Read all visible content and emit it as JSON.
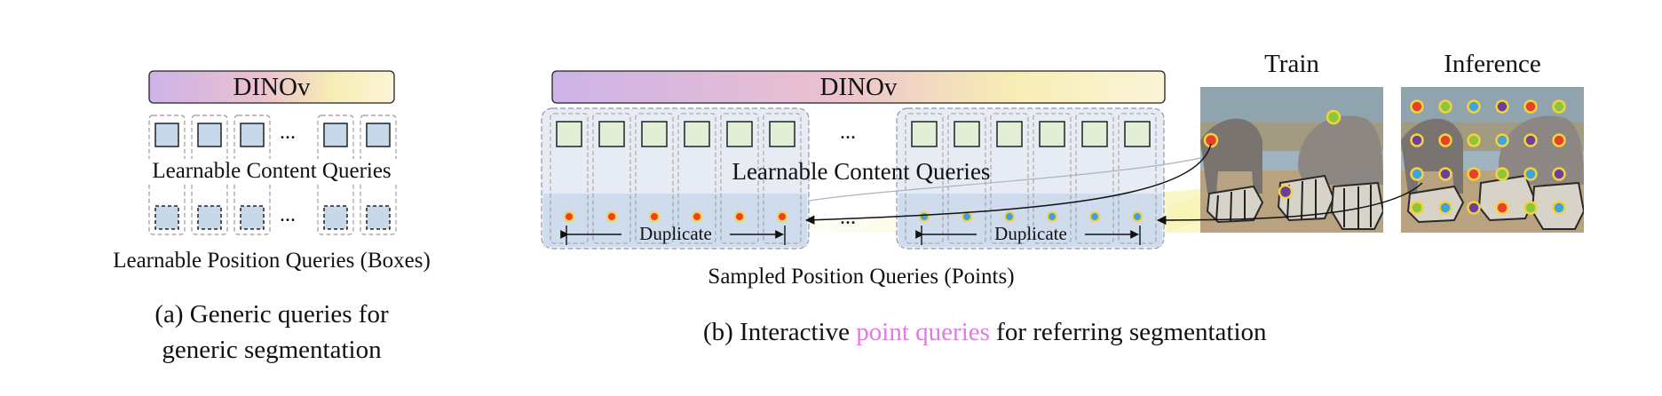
{
  "panel_a": {
    "model_label": "DINOv",
    "ellipsis_content": "...",
    "ellipsis_position": "...",
    "content_label": "Learnable Content Queries",
    "position_label": "Learnable Position Queries (Boxes)",
    "caption_line1": "(a) Generic queries for",
    "caption_line2": "generic segmentation"
  },
  "panel_b": {
    "model_label": "DINOv",
    "ellipsis_content": "...",
    "ellipsis_position": "...",
    "content_label": "Learnable Content Queries",
    "duplicate_left": "Duplicate",
    "duplicate_right": "Duplicate",
    "position_label": "Sampled Position Queries (Points)",
    "caption_prefix": "(b) Interactive ",
    "caption_highlight": "point queries",
    "caption_suffix": " for referring segmentation",
    "train_label": "Train",
    "inference_label": "Inference"
  },
  "colors": {
    "content_query_blue": "#c6d8ea",
    "content_query_green": "#e2efd7",
    "point_red": "#e8402b",
    "point_blue": "#3fa4dc",
    "point_green": "#8cc63f",
    "point_purple": "#6b3fa0",
    "highlight_pink": "#e07ae4"
  }
}
